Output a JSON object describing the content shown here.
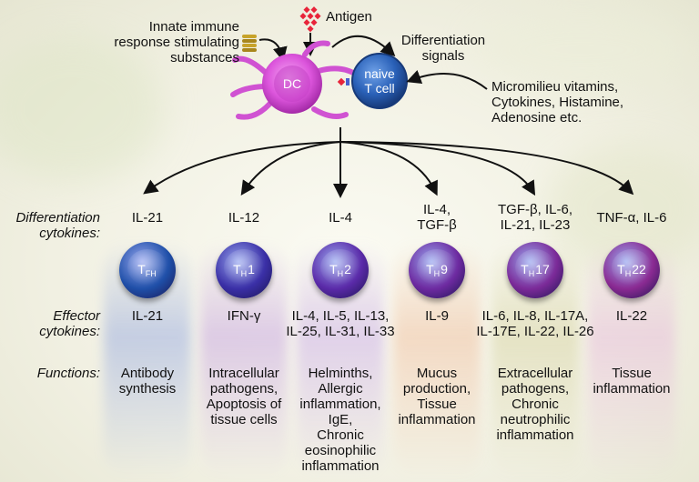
{
  "top": {
    "innate_label": "Innate immune\nresponse stimulating\nsubstances",
    "antigen_label": "Antigen",
    "differentiation_signals_label": "Differentiation\nsignals",
    "micromilieu_label": "Micromilieu vitamins,\nCytokines, Histamine,\nAdenosine etc.",
    "dc_label": "DC",
    "naive_label": "naive\nT cell"
  },
  "row_labels": {
    "differentiation": "Differentiation\ncytokines:",
    "effector": "Effector\ncytokines:",
    "functions": "Functions:"
  },
  "subsets": [
    {
      "main": "T",
      "sub": "FH",
      "suffix": "",
      "diff_cytokines": "IL-21",
      "effector_cytokines": "IL-21",
      "functions": "Antibody\nsynthesis",
      "color": "#1f4fa8",
      "lane": "#9fb0e0"
    },
    {
      "main": "T",
      "sub": "H",
      "suffix": "1",
      "diff_cytokines": "IL-12",
      "effector_cytokines": "IFN-γ",
      "functions": "Intracellular\npathogens,\nApoptosis of\ntissue cells",
      "color": "#3a2fa6",
      "lane": "#c9a9e0"
    },
    {
      "main": "T",
      "sub": "H",
      "suffix": "2",
      "diff_cytokines": "IL-4",
      "effector_cytokines": "IL-4, IL-5, IL-13,\nIL-25, IL-31, IL-33",
      "functions": "Helminths,\nAllergic\ninflammation,\nIgE,\nChronic\neosinophilic\ninflammation",
      "color": "#5a2aa8",
      "lane": "#cdb2e6"
    },
    {
      "main": "T",
      "sub": "H",
      "suffix": "9",
      "diff_cytokines": "IL-4,\nTGF-β",
      "effector_cytokines": "IL-9",
      "functions": "Mucus\nproduction,\nTissue\ninflammation",
      "color": "#6d2aa0",
      "lane": "#f0c3a4"
    },
    {
      "main": "T",
      "sub": "H",
      "suffix": "17",
      "diff_cytokines": "TGF-β, IL-6,\nIL-21, IL-23",
      "effector_cytokines": "IL-6, IL-8, IL-17A,\nIL-17E, IL-22, IL-26",
      "functions": "Extracellular\npathogens,\nChronic\nneutrophilic\ninflammation",
      "color": "#7b2a98",
      "lane": "#d9d6a8"
    },
    {
      "main": "T",
      "sub": "H",
      "suffix": "22",
      "diff_cytokines": "TNF-α, IL-6",
      "effector_cytokines": "IL-22",
      "functions": "Tissue\ninflammation",
      "color": "#8a2a92",
      "lane": "#e8c0dc"
    }
  ],
  "colors": {
    "dc": "#d957d9",
    "naive_t": "#2a61b8",
    "antigen": "#e8243a",
    "arrow": "#111111"
  }
}
